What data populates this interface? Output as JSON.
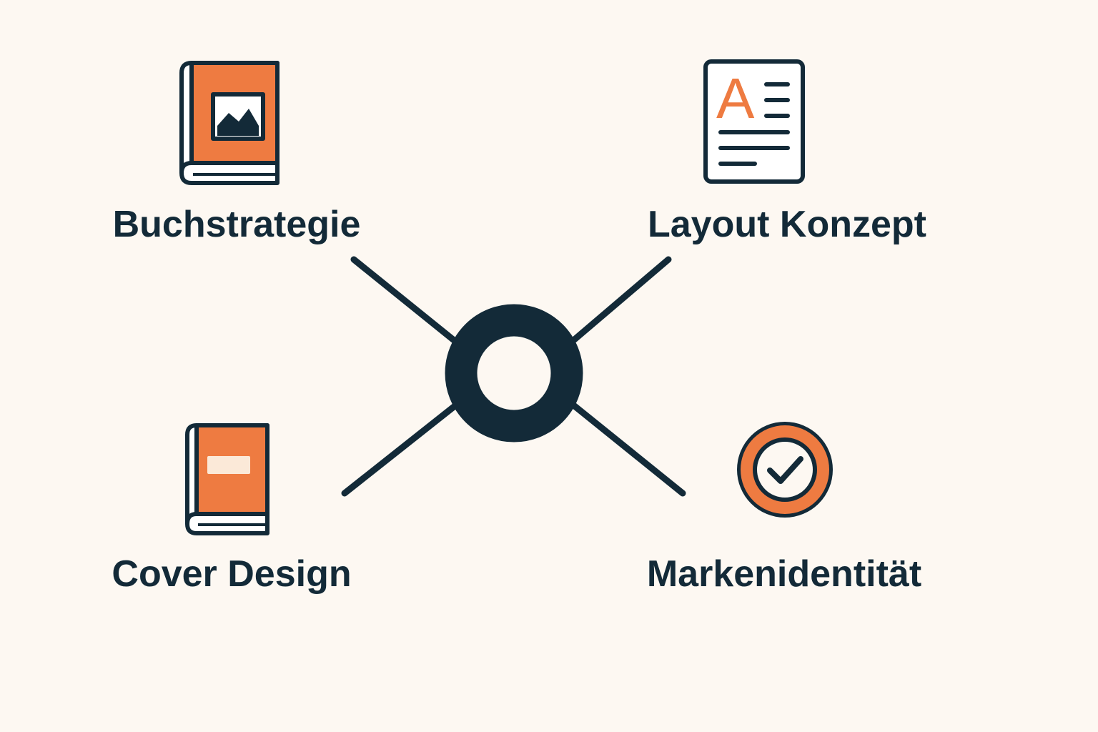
{
  "colors": {
    "background": "#fdf8f2",
    "ink": "#132a38",
    "accent": "#ee7b41",
    "paper": "#ffffff"
  },
  "hub": {
    "icon": "ring-hub-icon"
  },
  "nodes": [
    {
      "id": "buchstrategie",
      "label": "Buchstrategie",
      "icon": "book-with-image-icon"
    },
    {
      "id": "layout-konzept",
      "label": "Layout Konzept",
      "icon": "document-text-icon"
    },
    {
      "id": "cover-design",
      "label": "Cover Design",
      "icon": "book-icon"
    },
    {
      "id": "markenidentitaet",
      "label": "Markenidentität",
      "icon": "check-badge-icon"
    }
  ],
  "layout_icon_letter": "A"
}
